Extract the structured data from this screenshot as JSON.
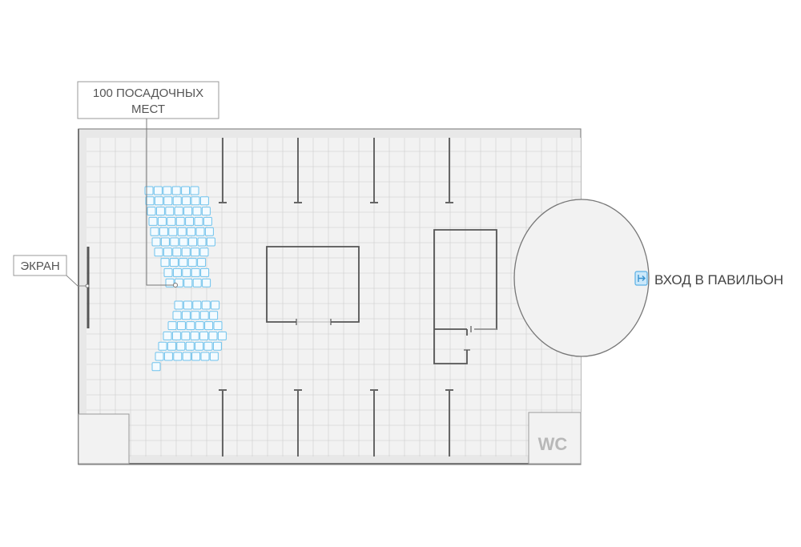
{
  "labels": {
    "seats": [
      "100 ПОСАДОЧНЫХ",
      "МЕСТ"
    ],
    "screen": "ЭКРАН",
    "entrance": "ВХОД В ПАВИЛЬОН",
    "wc": "WC"
  },
  "seating": {
    "total": 100
  },
  "colors": {
    "seat_stroke": "#6ec3ee",
    "seat_fill": "#f4fbff",
    "wall": "#777777",
    "grid": "#d6d6d6",
    "floor": "#f2f2f2",
    "entrance_icon": "#5ab0e6"
  },
  "icons": {
    "entrance": "door-enter-icon"
  }
}
